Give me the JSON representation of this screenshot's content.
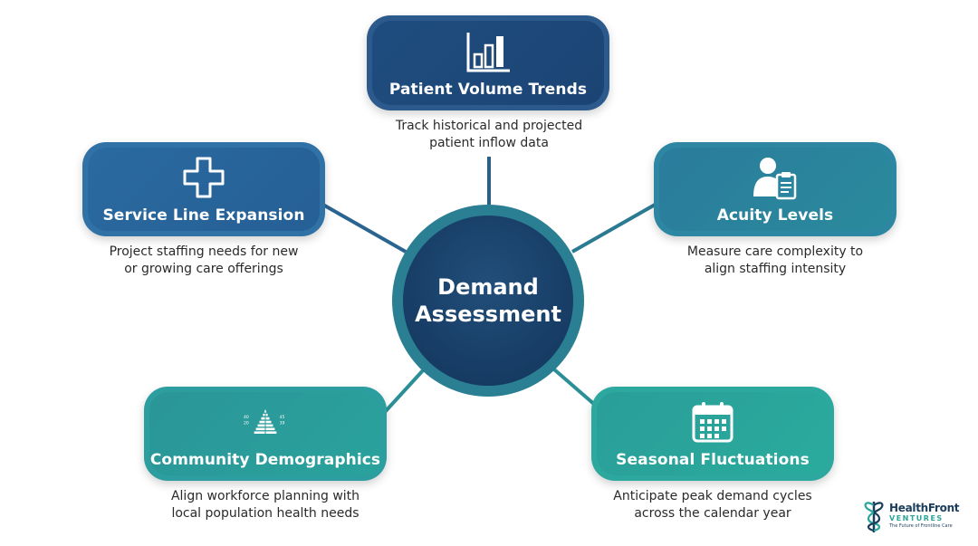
{
  "center": {
    "line1": "Demand",
    "line2": "Assessment"
  },
  "nodes": {
    "patient_volume": {
      "title": "Patient Volume Trends",
      "desc_line1": "Track historical and projected",
      "desc_line2": "patient inflow data",
      "icon": "bar-chart-icon"
    },
    "service_line": {
      "title": "Service Line Expansion",
      "desc_line1": "Project staffing needs for new",
      "desc_line2": "or growing care offerings",
      "icon": "medical-cross-icon"
    },
    "acuity": {
      "title": "Acuity Levels",
      "desc_line1": "Measure care complexity to",
      "desc_line2": "align staffing intensity",
      "icon": "patient-clipboard-icon"
    },
    "community": {
      "title": "Community Demographics",
      "desc_line1": "Align workforce planning with",
      "desc_line2": "local population health needs",
      "icon": "population-pyramid-icon",
      "pyramid_labels": [
        "40",
        "20",
        "45",
        "39"
      ]
    },
    "seasonal": {
      "title": "Seasonal Fluctuations",
      "desc_line1": "Anticipate peak demand cycles",
      "desc_line2": "across the calendar year",
      "icon": "calendar-icon"
    }
  },
  "logo": {
    "name": "HealthFront",
    "sub": "VENTURES",
    "tagline": "The Future of Frontline Care"
  },
  "colors": {
    "navy": "#1d4a78",
    "blue": "#2a6a9a",
    "teal": "#2a8f96",
    "green_teal": "#2aaa9c",
    "connector": "#2a6f8c"
  }
}
